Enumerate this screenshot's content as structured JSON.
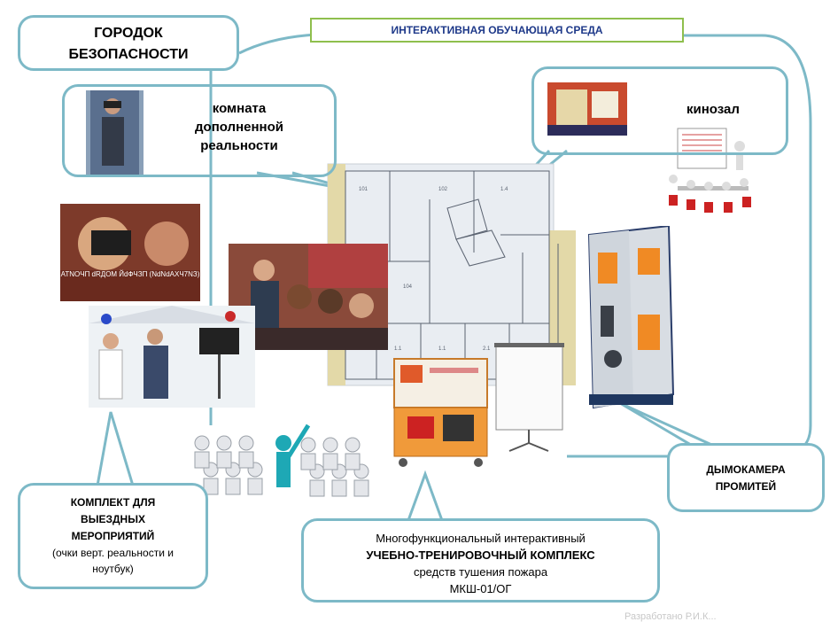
{
  "colors": {
    "callout_border": "#7db9c7",
    "title_border": "#8fbf4d",
    "title_text": "#1f3a8a",
    "plan_bg": "#e9edf2",
    "plan_line": "#5a6270"
  },
  "header": {
    "title": "ИНТЕРАКТИВНАЯ ОБУЧАЮЩАЯ СРЕДА"
  },
  "callouts": {
    "safety_town": {
      "line1": "ГОРОДОК",
      "line2": "БЕЗОПАСНОСТИ"
    },
    "vr_room": {
      "line1": "комната",
      "line2": "дополненной",
      "line3": "реальности"
    },
    "cinema": {
      "label": "кинозал"
    },
    "smoke_chamber": {
      "line1": "ДЫМОКАМЕРА",
      "line2": "ПРОМИТЕЙ"
    },
    "field_kit": {
      "line1": "КОМПЛЕКТ ДЛЯ",
      "line2": "ВЫЕЗДНЫХ",
      "line3": "МЕРОПРИЯТИЙ",
      "line4": "(очки верт. реальности и",
      "line5": "ноутбук)"
    },
    "training_complex": {
      "line1": "Многофункциональный  интерактивный",
      "line2": "УЧЕБНО-ТРЕНИРОВОЧНЫЙ КОМПЛЕКС",
      "line3": "средств тушения  пожара",
      "line4": "МКШ-01/ОГ"
    }
  },
  "photo_caption": "ATNOЧП dRДОМ ЙdФЧЗП (NdNdAXЧ7NЗ)",
  "footer_partial": "Разработано  Р.И.К..."
}
